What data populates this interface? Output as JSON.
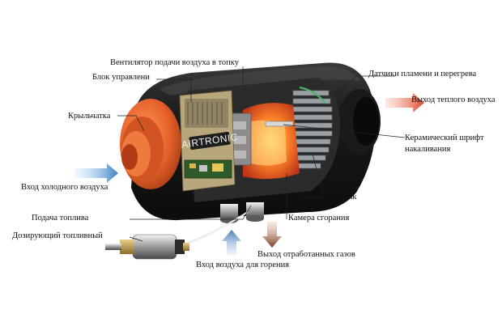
{
  "brand": "AIRTRONIC",
  "labels": {
    "fan": "Вентилятор подачи воздуха в топку",
    "control_unit": "Блок управлени",
    "sensors": "Датчики пламени и перегрева",
    "warm_air_out": "Выход теплого воздуха",
    "impeller": "Крыльчатка",
    "glow_pin_line1": "Керамический шрифт",
    "glow_pin_line2": "накаливания",
    "cold_air_in": "Вход холодного воздуха",
    "heat_exchanger": "Теплообменник",
    "fuel_supply": "Подача топлива",
    "combustion_chamber": "Камера сгорания",
    "dosing_pump": "Дозирующий топливный",
    "exhaust_out": "Выход отработанных газов",
    "combustion_air_in": "Вход воздуха для горения"
  },
  "colors": {
    "cold_air_arrow": "#3d7fc4",
    "warm_air_arrow": "#e0442a",
    "exhaust_arrow": "#7a3b24",
    "combustion_air_arrow": "#4a79b8",
    "impeller_orange": "#e8662a",
    "housing_dark": "#1c1c1c"
  }
}
